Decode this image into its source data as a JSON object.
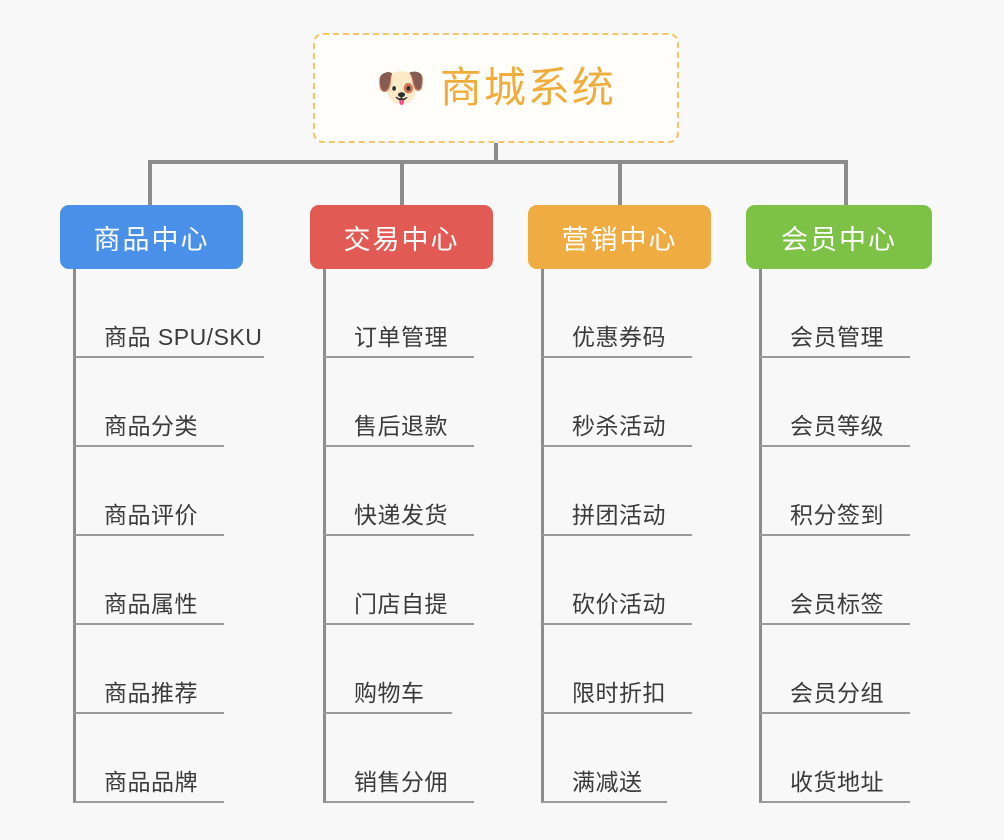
{
  "background_color": "#f8f8f8",
  "root": {
    "icon": "dog-face-emoji",
    "emoji": "🐶",
    "title": "商城系统",
    "text_color": "#f0ad3c",
    "border_color": "#f5c36b"
  },
  "connector_color": "#8c8c8c",
  "columns": [
    {
      "id": "product-center",
      "title": "商品中心",
      "color": "#4a90e8",
      "items": [
        "商品 SPU/SKU",
        "商品分类",
        "商品评价",
        "商品属性",
        "商品推荐",
        "商品品牌"
      ]
    },
    {
      "id": "trade-center",
      "title": "交易中心",
      "color": "#e25a54",
      "items": [
        "订单管理",
        "售后退款",
        "快递发货",
        "门店自提",
        "购物车",
        "销售分佣"
      ]
    },
    {
      "id": "marketing-center",
      "title": "营销中心",
      "color": "#eeac43",
      "items": [
        "优惠券码",
        "秒杀活动",
        "拼团活动",
        "砍价活动",
        "限时折扣",
        "满减送"
      ]
    },
    {
      "id": "member-center",
      "title": "会员中心",
      "color": "#7dc246",
      "items": [
        "会员管理",
        "会员等级",
        "积分签到",
        "会员标签",
        "会员分组",
        "收货地址"
      ]
    }
  ]
}
